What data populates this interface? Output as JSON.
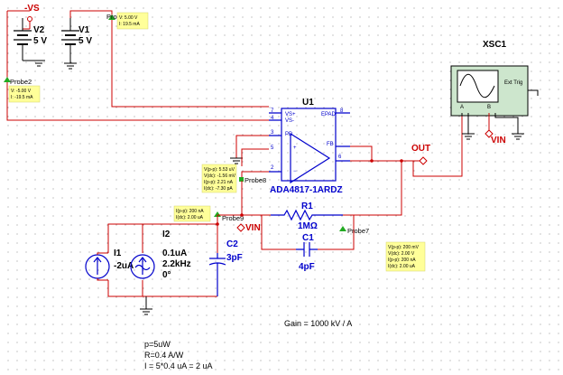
{
  "supplies": {
    "neg_vs_label": "-VS",
    "v2": {
      "name": "V2",
      "value": "5 V"
    },
    "v1": {
      "name": "V1",
      "value": "5 V"
    }
  },
  "opamp": {
    "ref": "U1",
    "part": "ADA4817-1ARDZ",
    "pins": {
      "p7": "7",
      "p4": "4",
      "p3": "3",
      "p2": "2",
      "p8": "8",
      "p6": "6",
      "p5": "5",
      "vs_pos": "VS+",
      "vs_neg": "VS-",
      "pd": "PD",
      "epad": "EPAD",
      "fb": "FB",
      "plus": "+",
      "minus": "−"
    }
  },
  "resistor": {
    "ref": "R1",
    "value": "1MΩ"
  },
  "capacitor_c1": {
    "ref": "C1",
    "value": "4pF"
  },
  "capacitor_c2": {
    "ref": "C2",
    "value": "3pF"
  },
  "current_source_block": {
    "ref": "I2"
  },
  "current_source_i1": {
    "ref": "I1",
    "value": "-2uA"
  },
  "current_source_ac": {
    "amplitude": "0.1uA",
    "frequency": "2.2kHz",
    "phase": "0°"
  },
  "scope": {
    "ref": "XSC1",
    "ext_trig": "Ext Trig",
    "ch_a": "A",
    "ch_b": "B"
  },
  "net_labels": {
    "out": "OUT",
    "vin_probe9": "VIN",
    "vin_scope": "VIN"
  },
  "probes": {
    "probe1": {
      "name": "Probe1",
      "lines": [
        "V: 5.00 V",
        "I: 19.5 mA"
      ]
    },
    "probe2": {
      "name": "Probe2",
      "lines": [
        "V: -5.00 V",
        "I: -19.5 mA"
      ]
    },
    "probe8": {
      "name": "Probe8",
      "lines": [
        "V(p-p): 5.53 uV",
        "V(dc): -1.56 mV",
        "I(p-p): 2.21 nA",
        "I(dc): -7.30 pA"
      ]
    },
    "probe9": {
      "name": "Probe9",
      "lines": [
        "I(p-p): 200 nA",
        "I(dc): 2.00 uA"
      ]
    },
    "probe7": {
      "name": "Probe7",
      "lines": [
        "V(p-p): 200 mV",
        "V(dc): 2.00 V",
        "I(p-p): 200 nA",
        "I(dc): 2.00 uA"
      ]
    }
  },
  "annotations": {
    "gain": "Gain = 1000 kV / A",
    "power": "p=5uW",
    "responsivity": "R=0.4 A/W",
    "current": "I = 5*0.4 uA = 2 uA"
  },
  "colors": {
    "wire": "#cc0000",
    "ground_wire": "#000000",
    "component": "#0000cc",
    "probe_note": "#ffff99",
    "probe_arrow": "#22aa22",
    "scope_body": "#cde6cd"
  }
}
